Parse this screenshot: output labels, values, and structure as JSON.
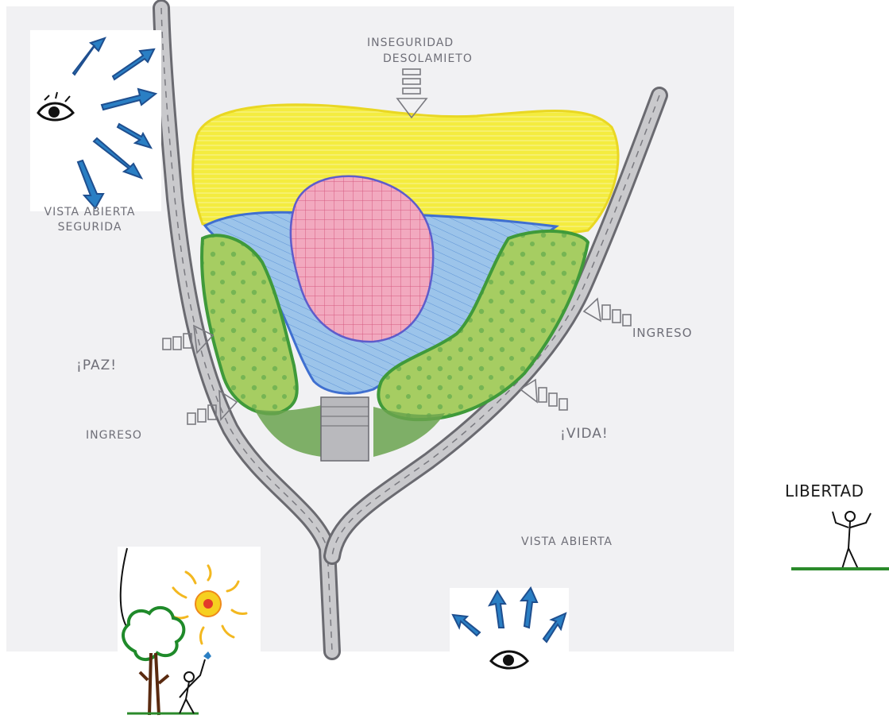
{
  "labels": {
    "inseguridad": "INSEGURIDAD",
    "desolamieto": "DESOLAMIETO",
    "vista_abierta_segurida_1": "VISTA ABIERTA",
    "vista_abierta_segurida_2": "SEGURIDA",
    "ingreso_right": "INGRESO",
    "paz": "¡PAZ!",
    "ingreso_left": "INGRESO",
    "vida": "¡VIDA!",
    "vista_abierta_bottom": "VISTA ABIERTA",
    "libertad": "LIBERTAD"
  },
  "colors": {
    "yellow_zone": "#f4ec3f",
    "blue_zone": "#8fbce6",
    "pink_zone": "#f2a9bf",
    "green_zone": "#9cc65a",
    "road": "#c9c9cc",
    "arrow_blue": "#2a7fc4",
    "sketch_label": "#6f6f78"
  },
  "icons": [
    "eye-icon",
    "arrow-icon",
    "sun-icon",
    "tree-icon",
    "person-icon"
  ]
}
